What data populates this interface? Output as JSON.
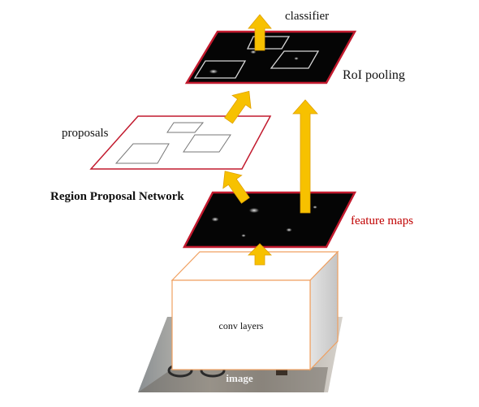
{
  "labels": {
    "classifier": "classifier",
    "roi_pooling": "RoI pooling",
    "proposals": "proposals",
    "rpn": "Region Proposal Network",
    "feature_maps": "feature maps",
    "conv_layers": "conv layers",
    "image": "image"
  },
  "colors": {
    "arrow": "#f7c100",
    "arrow_stroke": "#e0a000",
    "map_fill": "#050505",
    "map_border": "#c21a2e",
    "feature_maps_text": "#c00000",
    "text": "#111111",
    "box_edge": "#f0a060",
    "box_side": "#cfcfcf",
    "proposal_box": "#777777"
  }
}
